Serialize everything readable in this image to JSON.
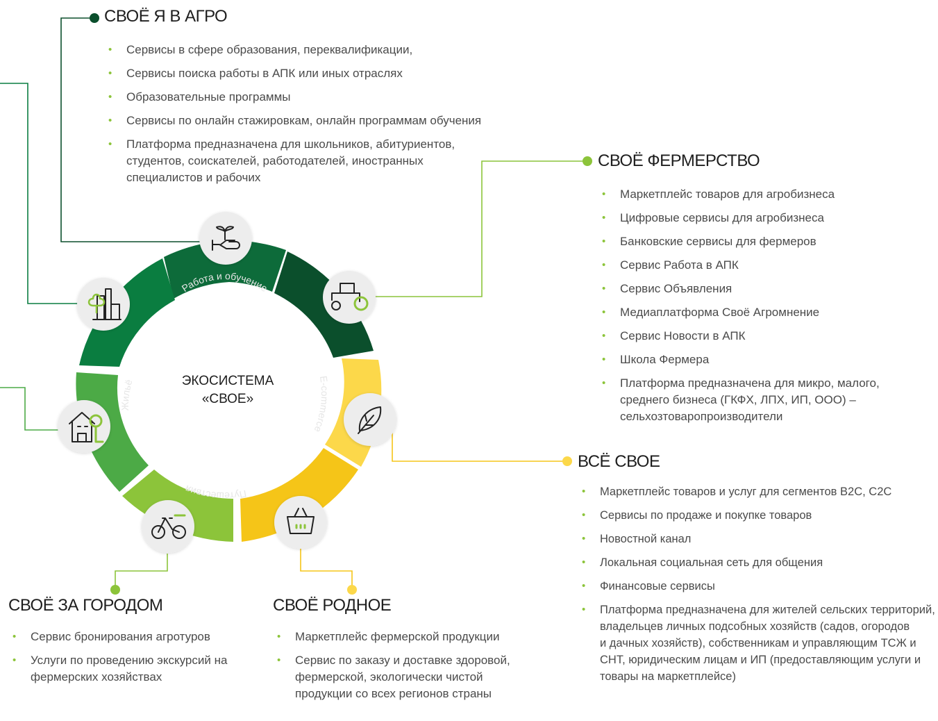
{
  "center": {
    "line1": "ЭКОСИСТЕМА",
    "line2": "«СВОЕ»"
  },
  "ring_labels": {
    "work": "Работа и обучение",
    "ecommerce": "E-commerce",
    "travel": "Путешествия",
    "housing": "Жильё"
  },
  "colors": {
    "dark_green": "#0b4f2c",
    "green": "#0d6b3a",
    "mid_green": "#0a7d40",
    "light_green": "#4caa46",
    "lime": "#8cc43a",
    "yellow": "#f5c518",
    "light_yellow": "#fcd84a",
    "line_green": "#8cc43a"
  },
  "blocks": {
    "agro": {
      "title": "СВОЁ Я В АГРО",
      "items": [
        "Сервисы в сфере образования, переквалификации,",
        "Сервисы поиска работы в АПК или иных отраслях",
        "Образовательные программы",
        "Сервисы по онлайн стажировкам, онлайн программам обучения",
        "Платформа предназначена для школьников, абитуриентов, студентов, соискателей, работодателей, иностранных специалистов и рабочих"
      ]
    },
    "farm": {
      "title": "СВОЁ ФЕРМЕРСТВО",
      "items": [
        "Маркетплейс товаров для агробизнеса",
        "Цифровые сервисы для агробизнеса",
        "Банковские сервисы для фермеров",
        "Сервис Работа в АПК",
        "Сервис Объявления",
        "Медиаплатформа Своё Агромнение",
        "Сервис Новости в АПК",
        "Школа Фермера",
        "Платформа предназначена для микро, малого, среднего бизнеса (ГКФХ, ЛПХ, ИП, ООО) – сельхозтоваропроизводители"
      ]
    },
    "all": {
      "title": "ВСЁ СВОЕ",
      "items": [
        "Маркетплейс товаров и услуг для сегментов B2C, C2C",
        "Сервисы по продаже и покупке товаров",
        "Новостной канал",
        "Локальная социальная сеть для общения",
        "Финансовые сервисы",
        "Платформа предназначена для жителей сельских территорий, владельцев личных подсобных хозяйств (садов, огородов\nи дачных хозяйств), собственникам и управляющим ТСЖ и СНТ, юридическим лицам и ИП (предоставляющим услуги и товары на маркетплейсе)"
      ]
    },
    "country": {
      "title": "СВОЁ ЗА ГОРОДОМ",
      "items": [
        "Сервис бронирования агротуров",
        "Услуги по проведению экскурсий на фермерских хозяйствах"
      ]
    },
    "native": {
      "title": "СВОЁ РОДНОЕ",
      "items": [
        "Маркетплейс фермерской продукции",
        "Сервис по заказу и доставке здоровой, фермерской, экологически чистой продукции со всех регионов страны"
      ]
    }
  },
  "icons": [
    "sprout-hand-icon",
    "tractor-icon",
    "leaf-icon",
    "basket-icon",
    "bicycle-icon",
    "house-tree-icon",
    "city-tree-icon"
  ]
}
